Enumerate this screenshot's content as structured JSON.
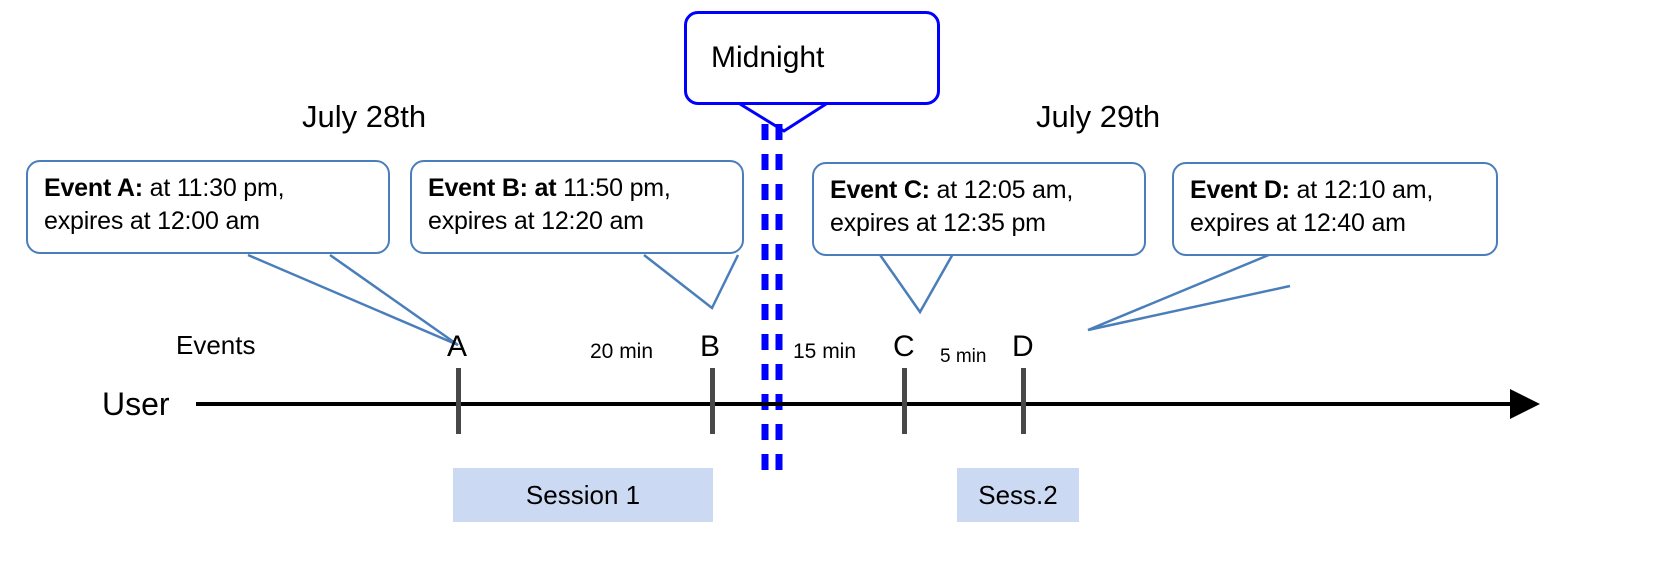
{
  "diagram": {
    "title_callout": {
      "label": "Midnight"
    },
    "dates": [
      {
        "name": "july-28",
        "label": "July 28th"
      },
      {
        "name": "july-29",
        "label": "July 29th"
      }
    ],
    "events": [
      {
        "id": "A",
        "title": "Event A:",
        "title_bold_extra": "",
        "line1_rest": " at 11:30 pm,",
        "line2": "expires at 12:00 am"
      },
      {
        "id": "B",
        "title": "Event B: at",
        "title_bold_extra": "",
        "line1_rest": " 11:50 pm,",
        "line2": "expires at 12:20 am"
      },
      {
        "id": "C",
        "title": "Event C:",
        "title_bold_extra": "",
        "line1_rest": " at 12:05 am,",
        "line2": "expires at 12:35 pm"
      },
      {
        "id": "D",
        "title": "Event D:",
        "title_bold_extra": "",
        "line1_rest": "  at 12:10 am,",
        "line2": "expires at 12:40 am"
      }
    ],
    "timeline": {
      "row_label": "User",
      "events_row_label": "Events",
      "tick_labels": [
        "A",
        "B",
        "C",
        "D"
      ],
      "intervals": [
        {
          "name": "a-to-b",
          "label": "20 min"
        },
        {
          "name": "b-to-c",
          "label": "15 min"
        },
        {
          "name": "c-to-d",
          "label": "5 min"
        }
      ]
    },
    "sessions": [
      {
        "name": "session-1",
        "label": "Session 1"
      },
      {
        "name": "session-2",
        "label": "Sess.2"
      }
    ],
    "colors": {
      "callout_border": "#4a7ebb",
      "midnight_line": "#0000ff",
      "session_fill": "#ccd9f2",
      "tick": "#484848",
      "axis": "#000000"
    }
  }
}
